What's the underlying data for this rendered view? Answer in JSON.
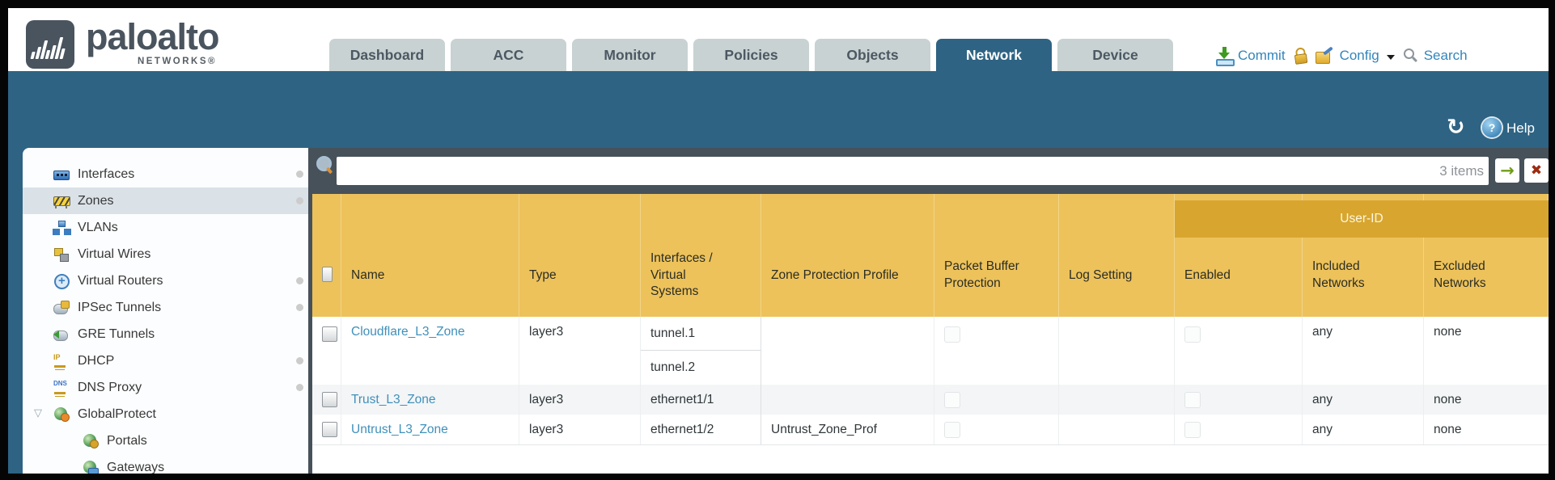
{
  "brand": {
    "name": "paloalto",
    "sub": "NETWORKS®"
  },
  "nav": {
    "tabs": [
      {
        "label": "Dashboard",
        "active": false
      },
      {
        "label": "ACC",
        "active": false
      },
      {
        "label": "Monitor",
        "active": false
      },
      {
        "label": "Policies",
        "active": false
      },
      {
        "label": "Objects",
        "active": false
      },
      {
        "label": "Network",
        "active": true
      },
      {
        "label": "Device",
        "active": false
      }
    ],
    "actions": {
      "commit_label": "Commit",
      "config_label": "Config",
      "search_label": "Search"
    }
  },
  "band": {
    "help_label": "Help"
  },
  "sidebar": {
    "items": [
      {
        "label": "Interfaces",
        "icon": "interfaces-icon",
        "dot": true,
        "selected": false
      },
      {
        "label": "Zones",
        "icon": "zones-icon",
        "dot": true,
        "selected": true
      },
      {
        "label": "VLANs",
        "icon": "vlans-icon",
        "dot": false,
        "selected": false
      },
      {
        "label": "Virtual Wires",
        "icon": "virtual-wires-icon",
        "dot": false,
        "selected": false
      },
      {
        "label": "Virtual Routers",
        "icon": "virtual-routers-icon",
        "dot": true,
        "selected": false
      },
      {
        "label": "IPSec Tunnels",
        "icon": "ipsec-tunnels-icon",
        "dot": true,
        "selected": false
      },
      {
        "label": "GRE Tunnels",
        "icon": "gre-tunnels-icon",
        "dot": false,
        "selected": false
      },
      {
        "label": "DHCP",
        "icon": "dhcp-icon",
        "dot": true,
        "selected": false
      },
      {
        "label": "DNS Proxy",
        "icon": "dns-proxy-icon",
        "dot": true,
        "selected": false
      },
      {
        "label": "GlobalProtect",
        "icon": "globalprotect-icon",
        "dot": false,
        "selected": false,
        "expanded": true,
        "children": [
          {
            "label": "Portals",
            "icon": "portals-icon"
          },
          {
            "label": "Gateways",
            "icon": "gateways-icon"
          }
        ]
      }
    ]
  },
  "toolbar": {
    "search_value": "",
    "items_count": "3 items"
  },
  "table": {
    "group_header": "User-ID",
    "columns": [
      "",
      "Name",
      "Type",
      "Interfaces / Virtual Systems",
      "Zone Protection Profile",
      "Packet Buffer Protection",
      "Log Setting",
      "Enabled",
      "Included Networks",
      "Excluded Networks"
    ],
    "rows": [
      {
        "name": "Cloudflare_L3_Zone",
        "type": "layer3",
        "interfaces": [
          "tunnel.1",
          "tunnel.2"
        ],
        "zone_protection_profile": "",
        "packet_buffer_protection": false,
        "log_setting": "",
        "enabled": false,
        "included_networks": "any",
        "excluded_networks": "none"
      },
      {
        "name": "Trust_L3_Zone",
        "type": "layer3",
        "interfaces": [
          "ethernet1/1"
        ],
        "zone_protection_profile": "",
        "packet_buffer_protection": false,
        "log_setting": "",
        "enabled": false,
        "included_networks": "any",
        "excluded_networks": "none"
      },
      {
        "name": "Untrust_L3_Zone",
        "type": "layer3",
        "interfaces": [
          "ethernet1/2"
        ],
        "zone_protection_profile": "Untrust_Zone_Prof",
        "packet_buffer_protection": false,
        "log_setting": "",
        "enabled": false,
        "included_networks": "any",
        "excluded_networks": "none"
      }
    ]
  }
}
